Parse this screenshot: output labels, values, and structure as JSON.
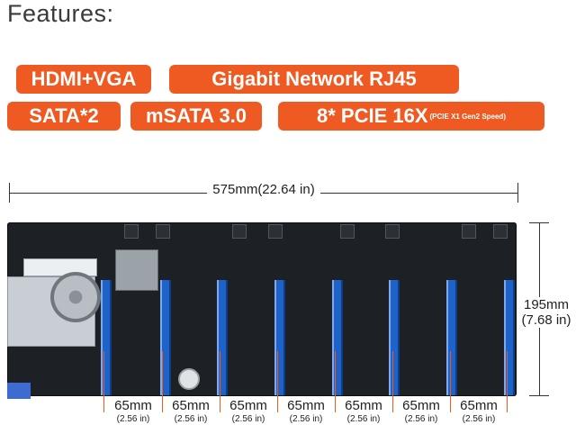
{
  "title": "Features:",
  "features": {
    "hdmi": "HDMI+VGA",
    "network": "Gigabit Network RJ45",
    "sata": "SATA*2",
    "msata": "mSATA 3.0",
    "pcie": "8* PCIE 16X",
    "pcie_note": "(PCIE X1 Gen2 Speed)"
  },
  "accent_color": "#ef5a22",
  "dimensions": {
    "width": "575mm(22.64 in)",
    "height_mm": "195mm",
    "height_in": "(7.68 in)",
    "spacing": [
      {
        "mm": "65mm",
        "in": "(2.56 in)"
      },
      {
        "mm": "65mm",
        "in": "(2.56 in)"
      },
      {
        "mm": "65mm",
        "in": "(2.56 in)"
      },
      {
        "mm": "65mm",
        "in": "(2.56 in)"
      },
      {
        "mm": "65mm",
        "in": "(2.56 in)"
      },
      {
        "mm": "65mm",
        "in": "(2.56 in)"
      },
      {
        "mm": "65mm",
        "in": "(2.56 in)"
      }
    ]
  }
}
